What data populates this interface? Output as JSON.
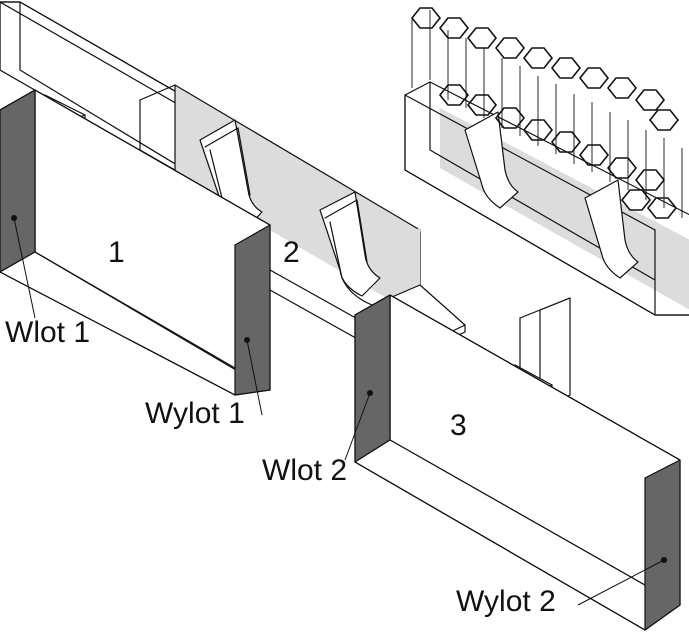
{
  "labels": {
    "zone1": "1",
    "zone2": "2",
    "zone3": "3",
    "inlet1": "Wlot 1",
    "outlet1": "Wylot 1",
    "inlet2": "Wlot 2",
    "outlet2": "Wylot 2"
  }
}
